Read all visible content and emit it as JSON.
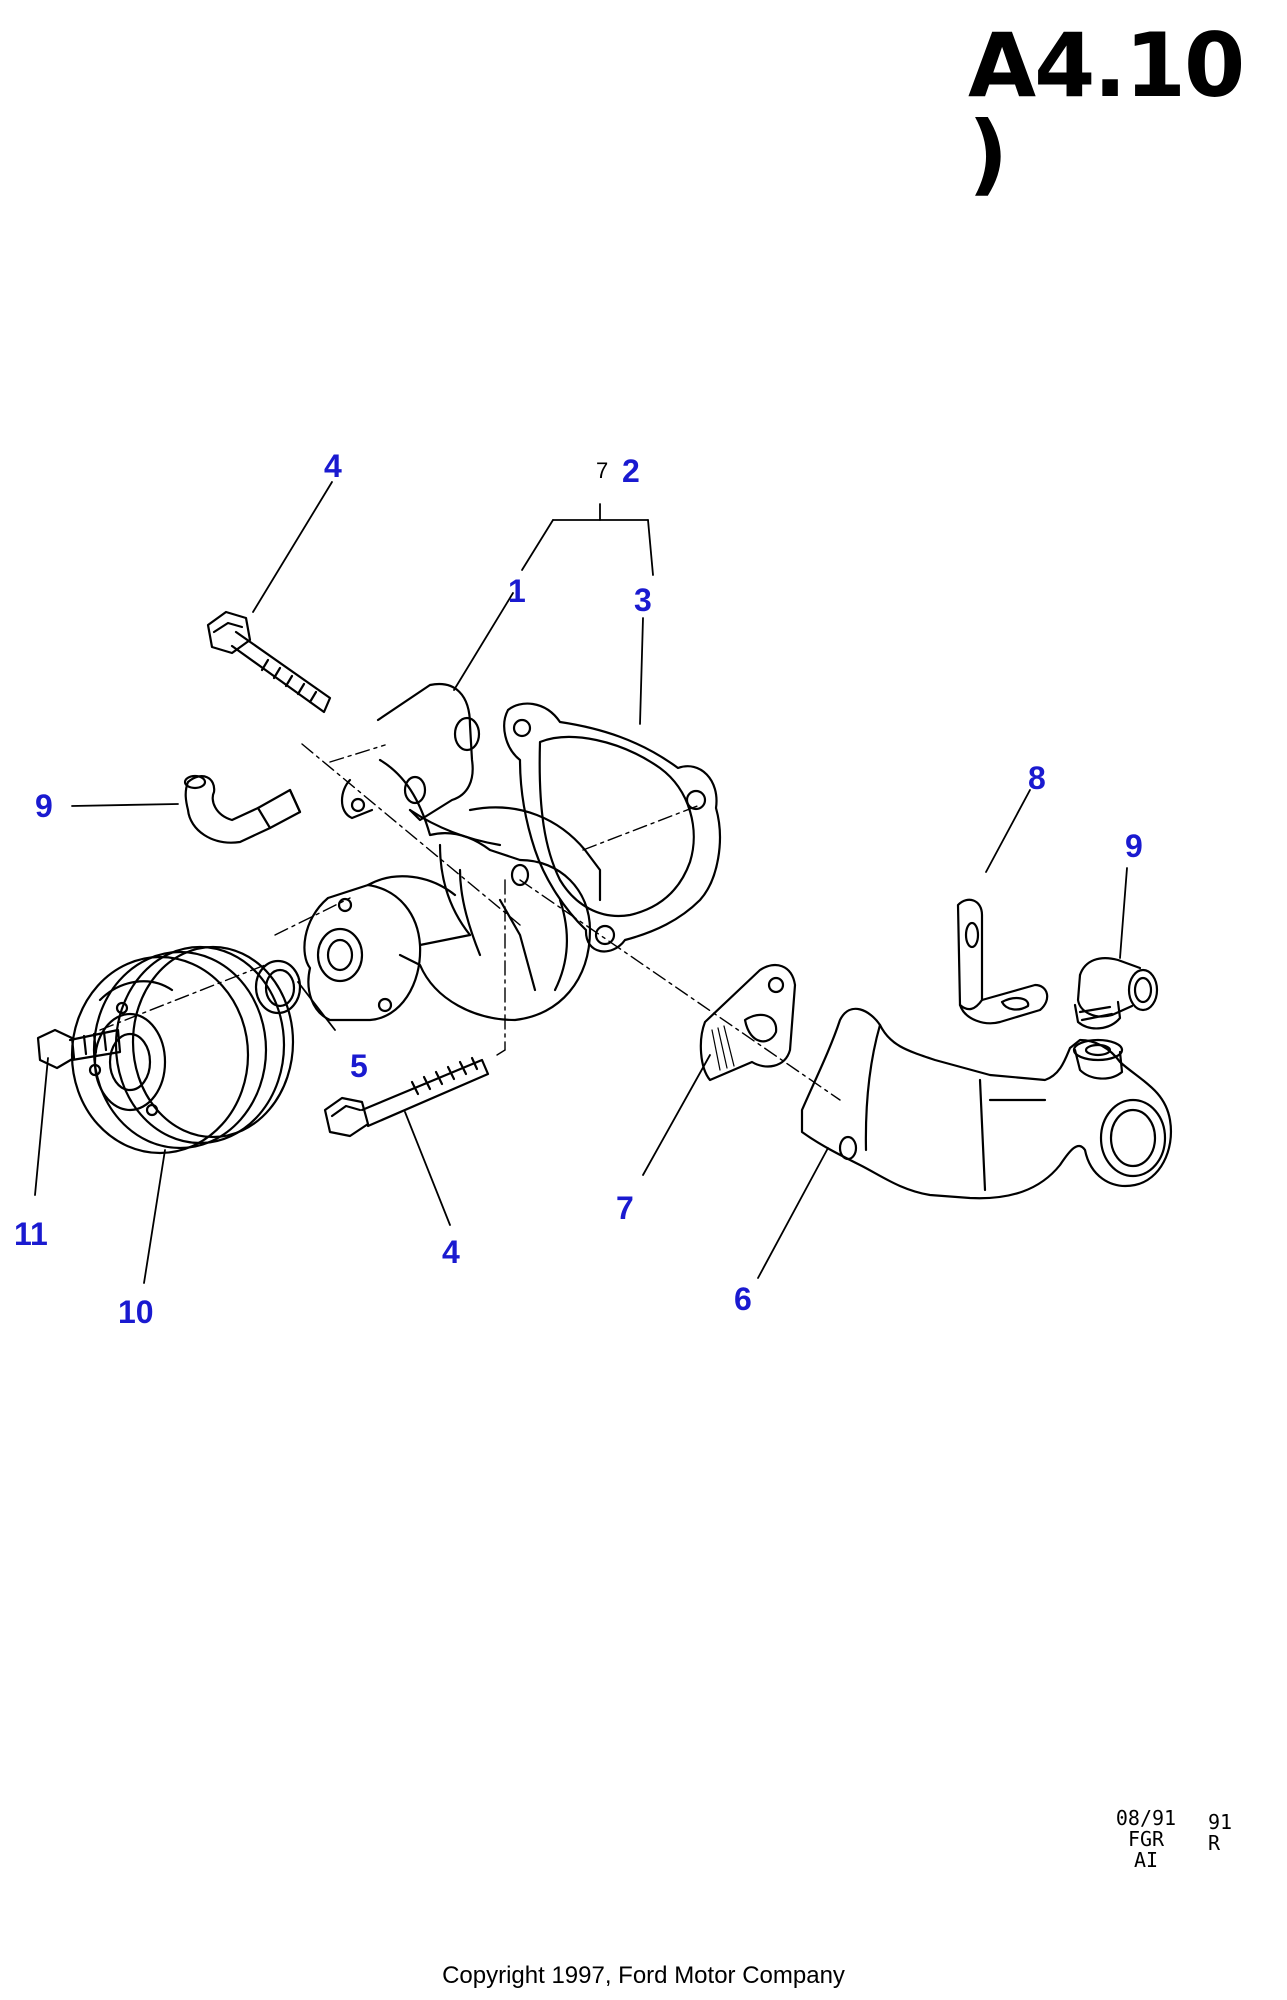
{
  "header": {
    "title": "A4.10 )"
  },
  "diagram": {
    "callouts": [
      {
        "id": "c4-top",
        "label": "4"
      },
      {
        "id": "c2",
        "label": "2"
      },
      {
        "id": "c7-frag",
        "label": "7"
      },
      {
        "id": "c1",
        "label": "1"
      },
      {
        "id": "c3",
        "label": "3"
      },
      {
        "id": "c9-left",
        "label": "9"
      },
      {
        "id": "c8",
        "label": "8"
      },
      {
        "id": "c9-right",
        "label": "9"
      },
      {
        "id": "c5",
        "label": "5"
      },
      {
        "id": "c11",
        "label": "11"
      },
      {
        "id": "c10",
        "label": "10"
      },
      {
        "id": "c4-bottom",
        "label": "4"
      },
      {
        "id": "c7",
        "label": "7"
      },
      {
        "id": "c6",
        "label": "6"
      }
    ]
  },
  "stamp": {
    "date": "08/91",
    "code": "FGR",
    "ref": "AI",
    "edge_date": "91",
    "edge_code": "R"
  },
  "footer": {
    "copyright": "Copyright 1997, Ford Motor Company"
  },
  "colors": {
    "callout": "#1a1ad0",
    "line": "#000000",
    "background": "#ffffff"
  }
}
